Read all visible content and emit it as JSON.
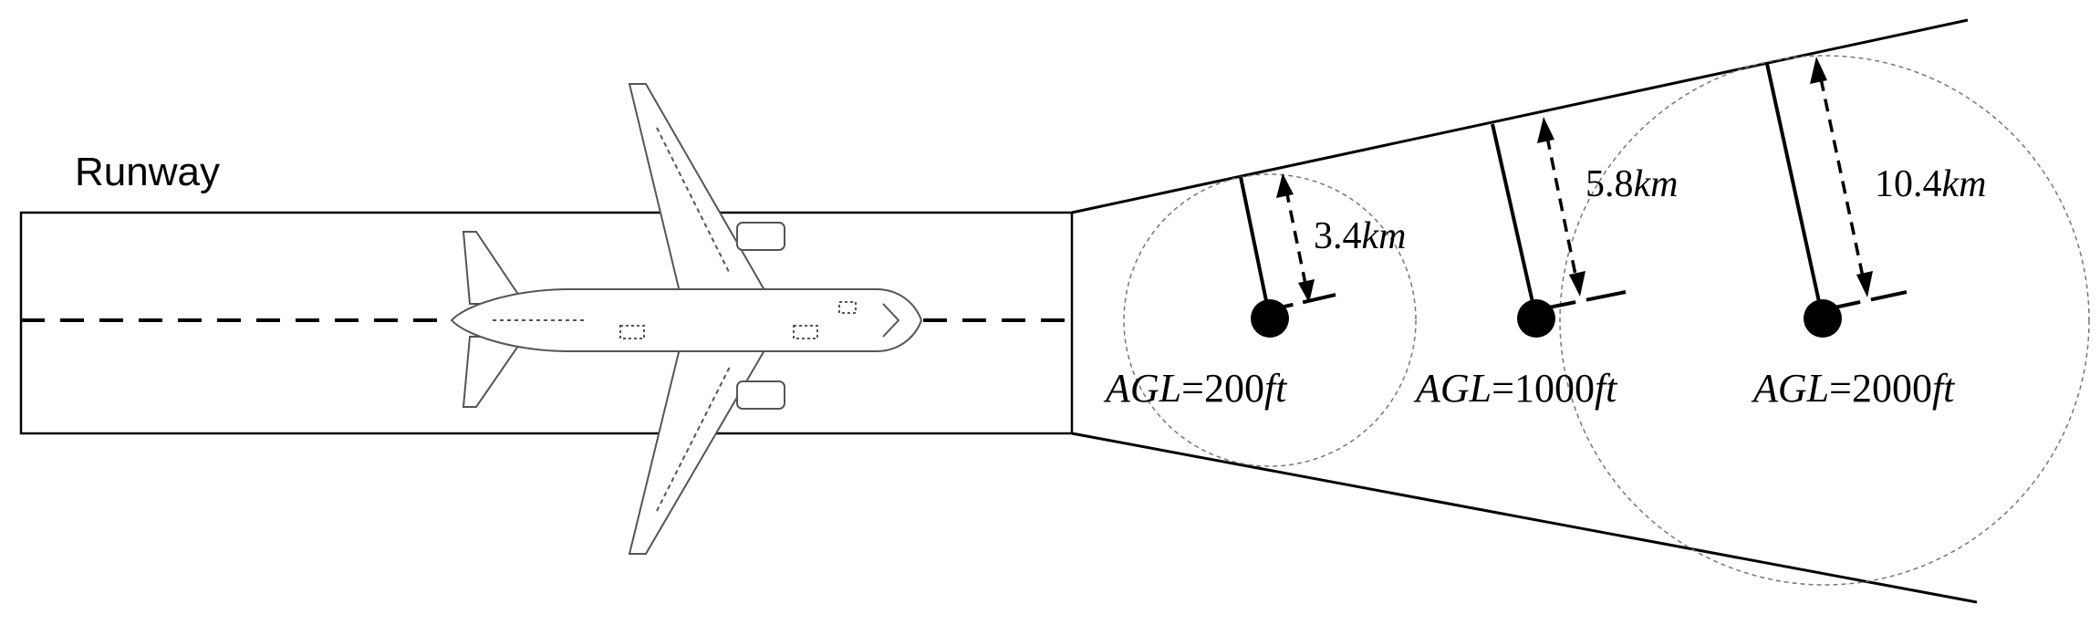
{
  "runway_label": "Runway",
  "points": [
    {
      "distance": "3.4",
      "distance_unit": "km",
      "agl_prefix": "AGL",
      "agl_value": "=200",
      "agl_unit": "ft"
    },
    {
      "distance": "5.8",
      "distance_unit": "km",
      "agl_prefix": "AGL",
      "agl_value": "=1000",
      "agl_unit": "ft"
    },
    {
      "distance": "10.4",
      "distance_unit": "km",
      "agl_prefix": "AGL",
      "agl_value": "=2000",
      "agl_unit": "ft"
    }
  ],
  "colors": {
    "ink": "#000000",
    "aircraft_stroke": "#555555",
    "circle_stroke": "#777777"
  }
}
